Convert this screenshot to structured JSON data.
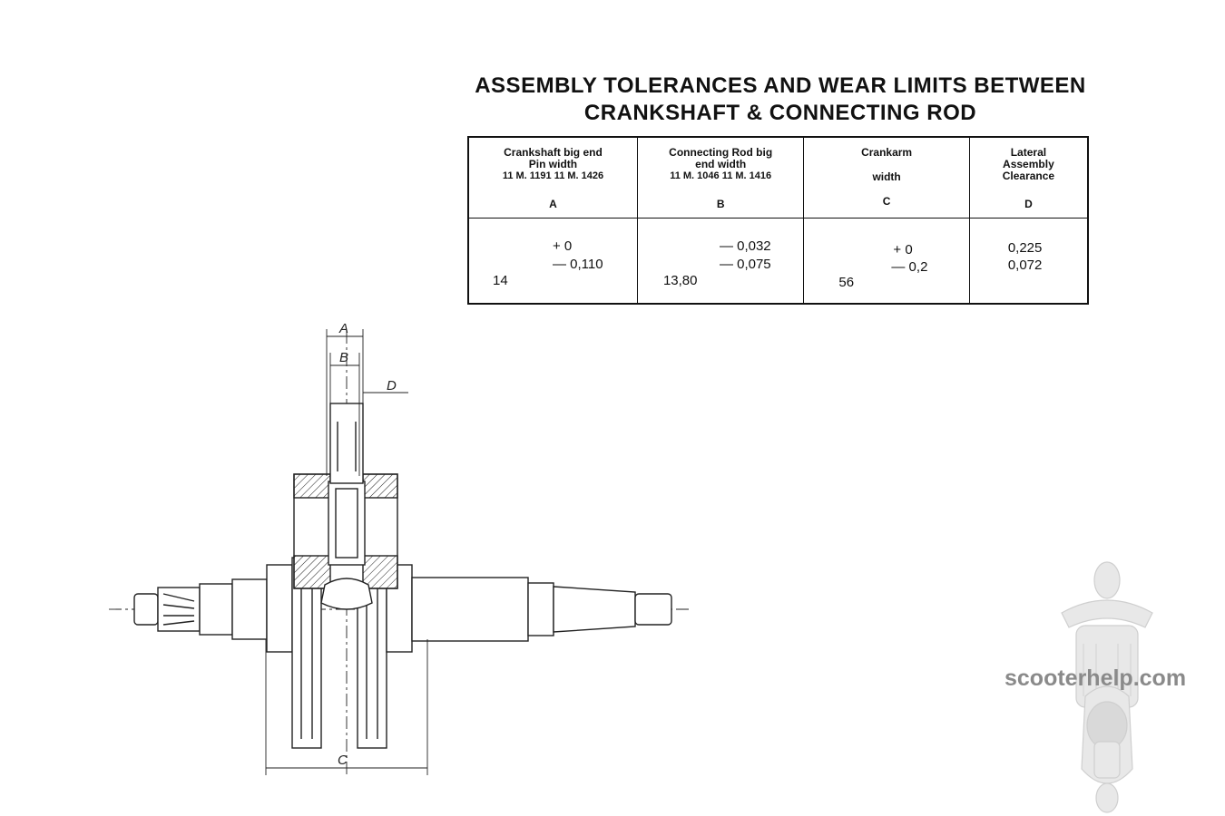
{
  "title": {
    "line1": "ASSEMBLY TOLERANCES AND WEAR LIMITS BETWEEN",
    "line2": "CRANKSHAFT & CONNECTING ROD"
  },
  "table": {
    "columns": [
      {
        "line1": "Crankshaft big end",
        "line2": "Pin width",
        "line3": "11 M. 1191 11 M. 1426",
        "letter": "A"
      },
      {
        "line1": "Connecting Rod big",
        "line2": "end width",
        "line3": "11 M. 1046 11 M. 1416",
        "letter": "B"
      },
      {
        "line1": "Crankarm",
        "line2": "width",
        "letter": "C"
      },
      {
        "line1": "Lateral",
        "line2": "Assembly",
        "line3": "Clearance",
        "letter": "D"
      }
    ],
    "values": {
      "a": {
        "upper": "+ 0",
        "lower": "— 0,110",
        "nominal": "14"
      },
      "b": {
        "upper": "— 0,032",
        "lower": "— 0,075",
        "nominal": "13,80"
      },
      "c": {
        "upper": "+ 0",
        "lower": "— 0,2",
        "nominal": "56"
      },
      "d": {
        "upper": "0,225",
        "lower": "0,072"
      }
    }
  },
  "drawing": {
    "label_a": "A",
    "label_b": "B",
    "label_c": "C",
    "label_d": "D"
  },
  "watermark": "scooterhelp.com"
}
